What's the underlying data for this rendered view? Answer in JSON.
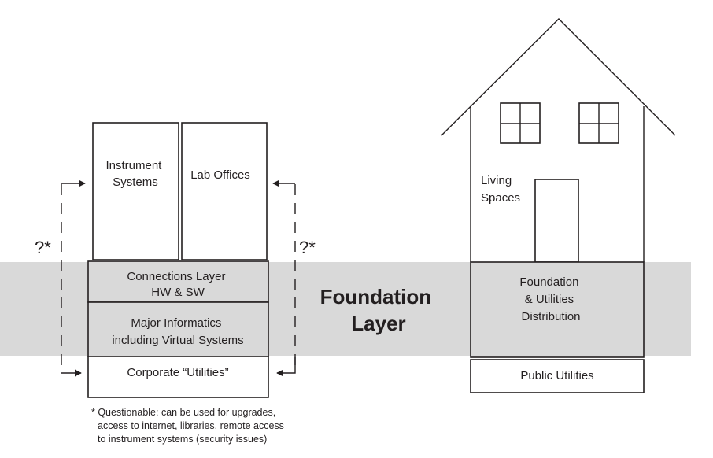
{
  "colors": {
    "band": "#d9d9d9",
    "line": "#231f20",
    "background": "#ffffff"
  },
  "left_stack": {
    "instrument_systems": [
      "Instrument",
      "Systems"
    ],
    "lab_offices": "Lab Offices",
    "connections_layer": [
      "Connections Layer",
      "HW & SW"
    ],
    "major_informatics": [
      "Major Informatics",
      "including Virtual Systems"
    ],
    "corporate_utilities": "Corporate “Utilities”",
    "question_left": "?*",
    "question_right": "?*"
  },
  "center_label": [
    "Foundation",
    "Layer"
  ],
  "house": {
    "living_spaces": [
      "Living",
      "Spaces"
    ],
    "foundation": [
      "Foundation",
      "& Utilities",
      "Distribution"
    ],
    "public_utilities": "Public Utilities"
  },
  "footnote": [
    "* Questionable: can be used for upgrades,",
    "access to internet, libraries, remote access",
    "to instrument systems (security issues)"
  ]
}
